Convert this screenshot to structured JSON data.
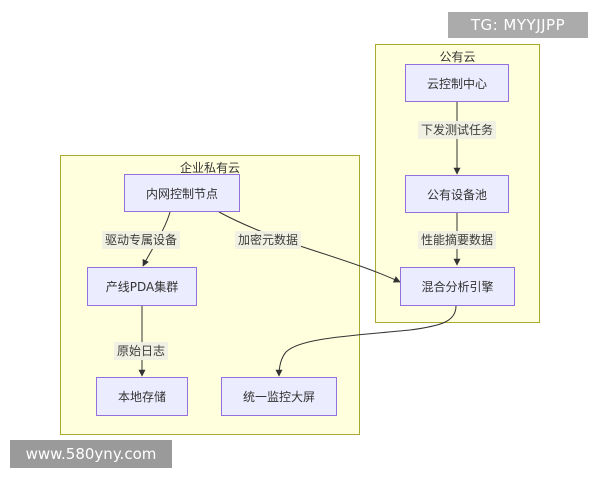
{
  "clusters": {
    "public_cloud": "公有云",
    "private_cloud": "企业私有云"
  },
  "nodes": {
    "cloud_control_center": "云控制中心",
    "public_device_pool": "公有设备池",
    "hybrid_analysis_engine": "混合分析引擎",
    "intranet_control_node": "内网控制节点",
    "production_line_pda_cluster": "产线PDA集群",
    "local_storage": "本地存储",
    "unified_monitoring_screen": "统一监控大屏"
  },
  "edges": {
    "control_to_pool": "下发测试任务",
    "pool_to_engine": "性能摘要数据",
    "intranet_to_pda": "驱动专属设备",
    "intranet_to_engine": "加密元数据",
    "pda_to_storage": "原始日志"
  },
  "watermarks": {
    "tag": "TG: MYYJJPP",
    "url": "www.580yny.com"
  },
  "colors": {
    "cluster_fill": "#ffffde",
    "cluster_border": "#aaaa33",
    "node_fill": "#ececff",
    "node_border": "#9370db",
    "edge": "#333333"
  }
}
